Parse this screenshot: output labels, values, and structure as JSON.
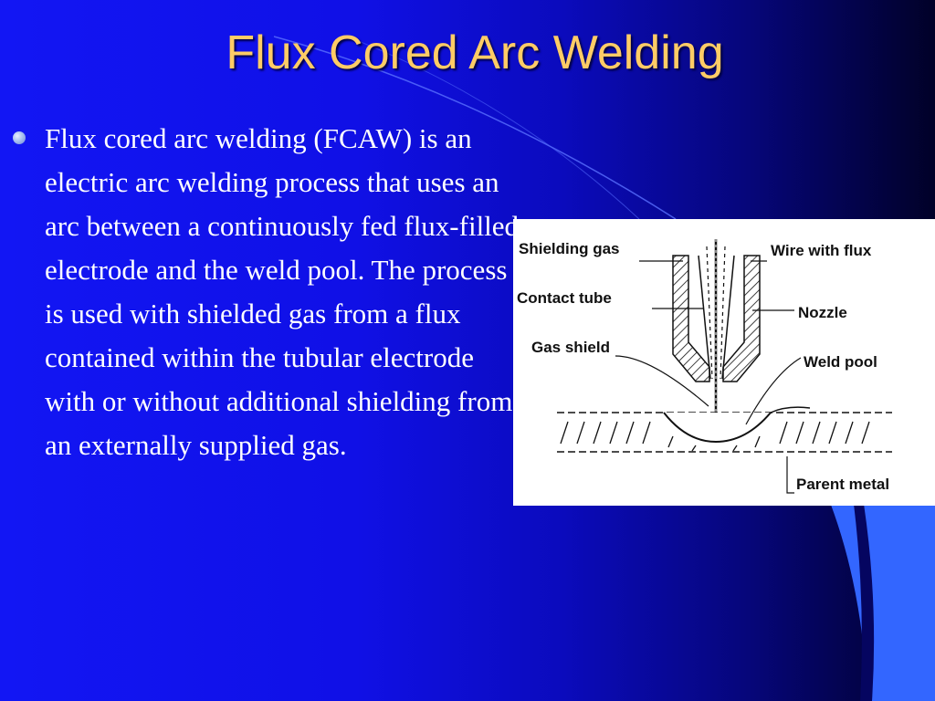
{
  "slide": {
    "title": "Flux Cored Arc Welding",
    "bullet": "Flux cored arc welding (FCAW) is an electric arc welding process that uses an arc between a continuously fed flux-filled electrode and the weld pool. The process is used with shielded gas from a flux contained within the tubular electrode with or without additional shielding from an externally supplied gas."
  },
  "diagram": {
    "labels": {
      "shielding_gas": "Shielding gas",
      "contact_tube": "Contact tube",
      "gas_shield": "Gas shield",
      "wire_with_flux": "Wire with flux",
      "nozzle": "Nozzle",
      "weld_pool": "Weld pool",
      "parent_metal": "Parent metal"
    }
  },
  "colors": {
    "title": "#ffcc66",
    "text": "#ffffff",
    "background_left": "#1216f4",
    "background_right": "#010128",
    "accent_shape": "#3366ff"
  }
}
